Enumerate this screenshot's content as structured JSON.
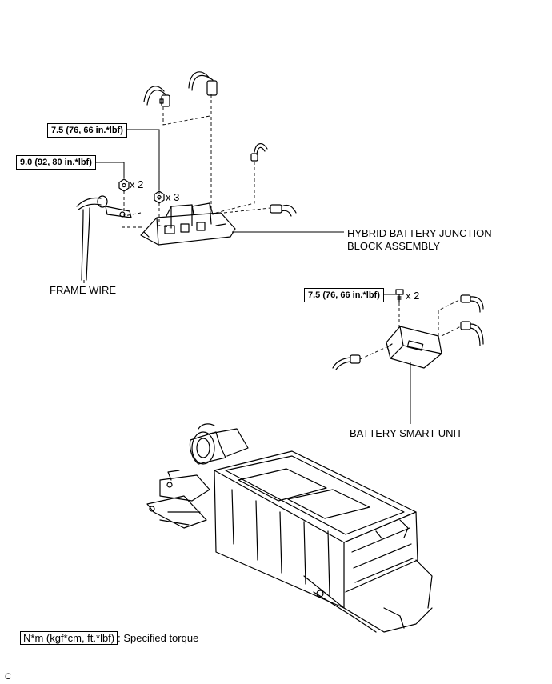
{
  "torque_labels": {
    "nut_jb": "7.5 (76, 66 in.*lbf)",
    "nut_frame": "9.0 (92, 80 in.*lbf)",
    "nut_bsu": "7.5 (76, 66 in.*lbf)"
  },
  "quantities": {
    "frame_nut": "x 2",
    "jb_nut": "x 3",
    "bsu_nut": "x 2"
  },
  "components": {
    "junction_block_line1": "HYBRID BATTERY JUNCTION",
    "junction_block_line2": "BLOCK ASSEMBLY",
    "frame_wire": "FRAME WIRE",
    "battery_smart_unit": "BATTERY SMART UNIT"
  },
  "legend": {
    "unit": "N*m (kgf*cm, ft.*lbf)",
    "description": ": Specified torque"
  },
  "corner_mark": "C"
}
